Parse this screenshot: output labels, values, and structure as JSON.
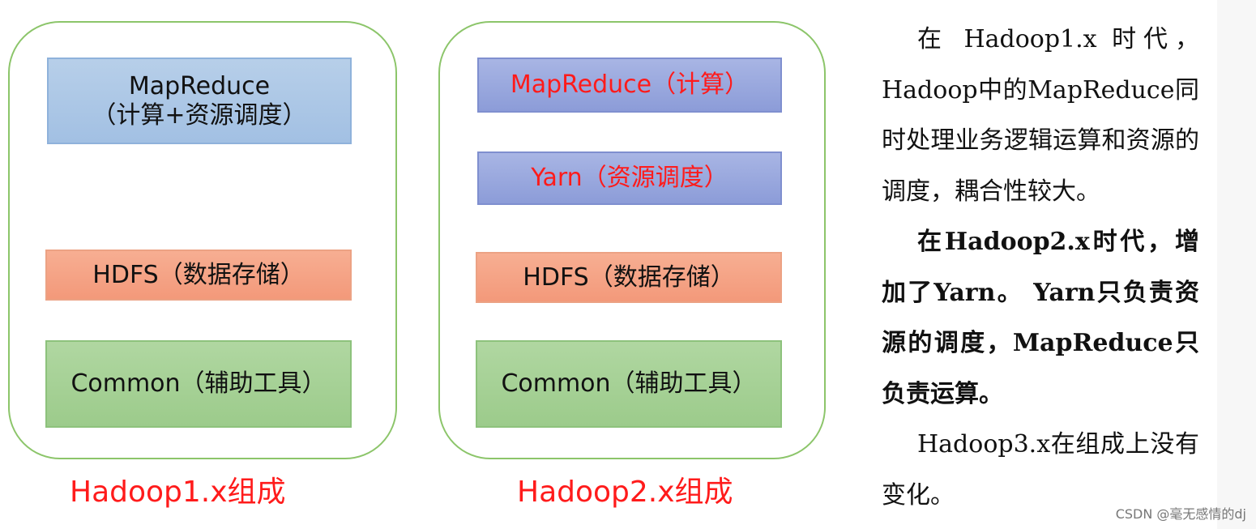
{
  "left_diagram": {
    "layers": {
      "mapreduce": "MapReduce\n（计算+资源调度）",
      "hdfs": "HDFS（数据存储）",
      "common": "Common（辅助工具）"
    },
    "caption": "Hadoop1.x组成"
  },
  "right_diagram": {
    "layers": {
      "mapreduce": "MapReduce（计算）",
      "yarn": "Yarn（资源调度）",
      "hdfs": "HDFS（数据存储）",
      "common": "Common（辅助工具）"
    },
    "caption": "Hadoop2.x组成"
  },
  "description": {
    "paragraph1": "在 Hadoop1.x 时代，Hadoop中的MapReduce同时处理业务逻辑运算和资源的调度，耦合性较大。",
    "paragraph2": "在Hadoop2.x时代，增加了Yarn。 Yarn只负责资源的调度，MapReduce只负责运算。",
    "paragraph3": "Hadoop3.x在组成上没有变化。"
  },
  "watermark": "CSDN @毫无感情的dj",
  "colors": {
    "panel_border": "#8cc56a",
    "caption_red": "#ff1b1b",
    "mapreduce_light_blue": "#a2c0e3",
    "yarn_mapreduce_blue": "#8c9cd8",
    "hdfs_orange": "#f3997a",
    "common_green": "#9ccb8b"
  }
}
